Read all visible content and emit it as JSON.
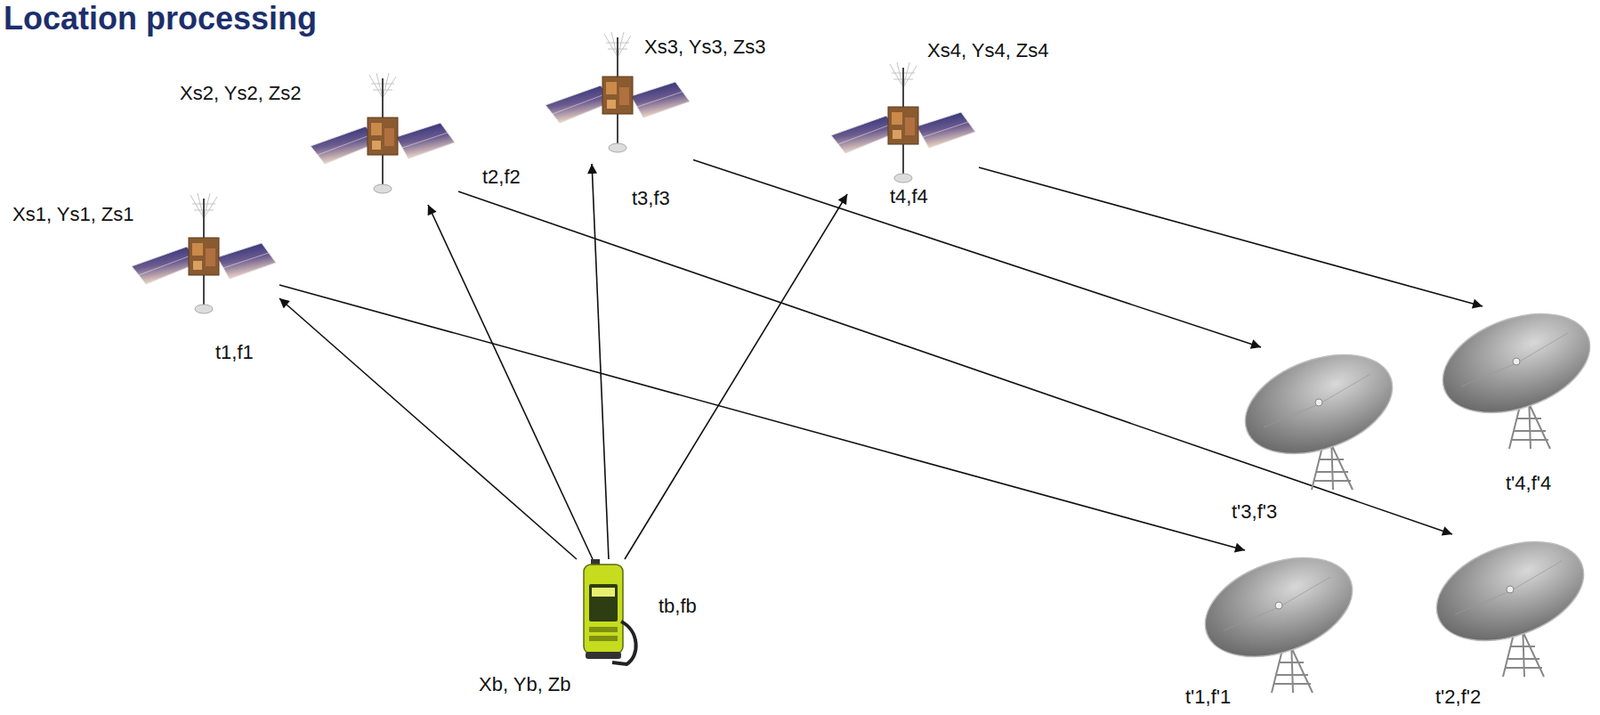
{
  "diagram": {
    "title": "Location processing",
    "nodes": [
      {
        "text": [
          "Xs1, Ys1, Zs1",
          "t1,f1"
        ]
      },
      {
        "text": [
          "Xs2, Ys2, Zs2",
          "t2,f2"
        ]
      },
      {
        "text": [
          "Xs3, Ys3, Zs3",
          "t3,f3"
        ]
      },
      {
        "text": [
          "Xs4, Ys4, Zs4",
          "t4,f4"
        ]
      },
      {
        "text": [
          "tb,fb",
          "Xb, Yb, Zb"
        ]
      },
      {
        "text": [
          "t'1,f'1"
        ]
      },
      {
        "text": [
          "t'2,f'2"
        ]
      },
      {
        "text": [
          "t'3,f'3"
        ]
      },
      {
        "text": [
          "t'4,f'4"
        ]
      }
    ],
    "edges": [
      {
        "from": 4,
        "to": 0,
        "arrow": "to"
      },
      {
        "from": 4,
        "to": 1,
        "arrow": "to"
      },
      {
        "from": 4,
        "to": 2,
        "arrow": "to"
      },
      {
        "from": 4,
        "to": 3,
        "arrow": "to"
      },
      {
        "from": 0,
        "to": 5,
        "arrow": "to"
      },
      {
        "from": 1,
        "to": 6,
        "arrow": "to"
      },
      {
        "from": 2,
        "to": 7,
        "arrow": "to"
      },
      {
        "from": 3,
        "to": 8,
        "arrow": "to"
      }
    ]
  }
}
